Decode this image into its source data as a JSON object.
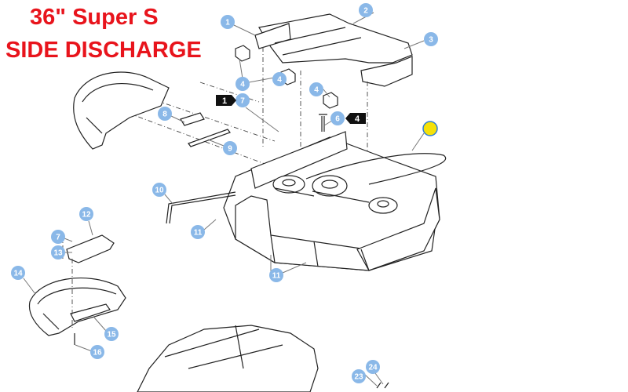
{
  "title": {
    "line1": "36\" Super S",
    "line2": "SIDE DISCHARGE"
  },
  "callouts": [
    "1",
    "2",
    "3",
    "4",
    "4",
    "4",
    "7",
    "6",
    "8",
    "9",
    "10",
    "11",
    "11",
    "12",
    "7",
    "13",
    "14",
    "15",
    "16",
    "23",
    "24"
  ],
  "tags": [
    "1",
    "4"
  ],
  "colors": {
    "title": "#e8141c",
    "callout": "#8ab8e8",
    "highlight": "#f5e10a",
    "highlight_ring": "#2f7fd6"
  }
}
